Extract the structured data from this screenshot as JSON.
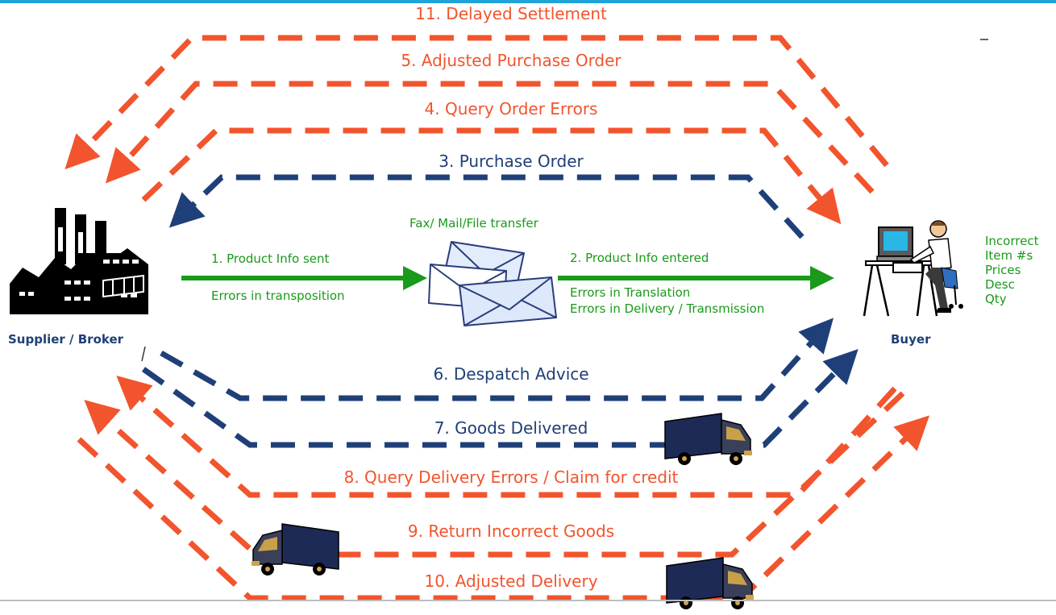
{
  "flows": {
    "f11": "11. Delayed Settlement",
    "f5": "5. Adjusted Purchase Order",
    "f4": "4. Query Order Errors",
    "f3": "3. Purchase Order",
    "f6": "6. Despatch Advice",
    "f7": "7. Goods Delivered",
    "f8": "8. Query Delivery Errors / Claim for credit",
    "f9": "9. Return Incorrect Goods",
    "f10": "10. Adjusted Delivery"
  },
  "middle": {
    "channel": "Fax/ Mail/File transfer",
    "step1": "1. Product Info sent",
    "step1_error": "Errors in transposition",
    "step2": "2. Product Info entered",
    "step2_error_1": "Errors in Translation",
    "step2_error_2": "Errors in Delivery / Transmission"
  },
  "parties": {
    "supplier": "Supplier / Broker",
    "buyer": "Buyer"
  },
  "buyer_issues": [
    "Incorrect",
    "Item #s",
    "Prices",
    "Desc",
    "Qty"
  ],
  "colors": {
    "red_flow": "#f2542d",
    "blue_flow": "#1f3f78",
    "green_flow": "#1a9a1a",
    "accent_rule": "#1fa3d8"
  },
  "icons": {
    "supplier": "factory-icon",
    "buyer": "person-at-computer-icon",
    "channel": "envelopes-icon",
    "goods": "delivery-truck-icon"
  }
}
